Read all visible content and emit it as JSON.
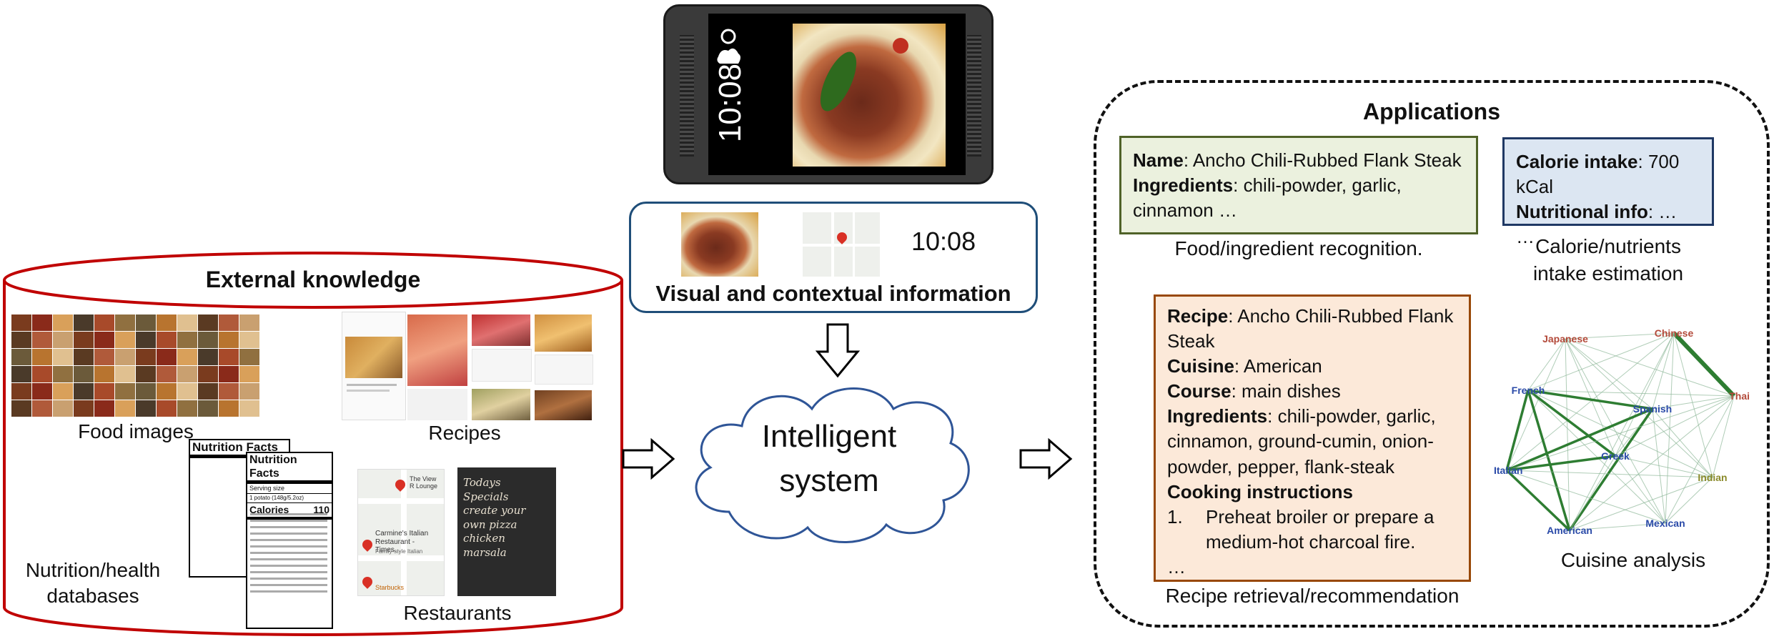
{
  "external": {
    "title": "External knowledge",
    "food_images_label": "Food images",
    "recipes_label": "Recipes",
    "nutrition_label": "Nutrition/health databases",
    "restaurants_label": "Restaurants",
    "nutrition_facts_title": "Nutrition Facts",
    "nutrition_serving": "Serving size",
    "nutrition_serving_value": "1 potato (148g/5.2oz)",
    "nutrition_calories_label": "Calories",
    "nutrition_calories_value": "110",
    "restaurant_map_text": "Carmine's Italian Restaurant - Times...",
    "restaurant_map_sub": "Family-style Italian",
    "restaurant_map_other": "The View R Lounge",
    "restaurant_map_starbucks": "Starbucks",
    "chalkboard_lines": [
      "Todays",
      "Specials",
      "create your",
      "own pizza",
      "chicken marsala"
    ]
  },
  "phone": {
    "time": "10:08"
  },
  "context": {
    "time": "10:08",
    "title": "Visual and contextual information"
  },
  "system": {
    "label_line1": "Intelligent",
    "label_line2": "system"
  },
  "applications": {
    "title": "Applications",
    "food_box": {
      "name_key": "Name",
      "name_val": ": Ancho Chili-Rubbed Flank Steak",
      "ingr_key": "Ingredients",
      "ingr_val": ": chili-powder, garlic, cinnamon …"
    },
    "food_caption": "Food/ingredient recognition.",
    "calorie_box": {
      "cal_key": "Calorie intake",
      "cal_val": ": 700 kCal",
      "nut_key": "Nutritional info",
      "nut_val": ": …",
      "more": "…"
    },
    "calorie_caption_line1": "Calorie/nutrients",
    "calorie_caption_line2": "intake estimation",
    "recipe_box": {
      "recipe_key": "Recipe",
      "recipe_val": ": Ancho Chili-Rubbed Flank Steak",
      "cuisine_key": "Cuisine",
      "cuisine_val": ": American",
      "course_key": "Course",
      "course_val": ":  main dishes",
      "ingr_key": "Ingredients",
      "ingr_val": ": chili-powder, garlic, cinnamon, ground-cumin, onion-powder, pepper, flank-steak",
      "instr_key": "Cooking instructions",
      "step_num": "1.",
      "step_text": "Preheat broiler or prepare a medium-hot charcoal fire.",
      "more": "…"
    },
    "recipe_caption": "Recipe retrieval/recommendation",
    "cuisine_caption": "Cuisine analysis",
    "cuisine_nodes": [
      {
        "name": "Japanese",
        "color": "#b34a3a"
      },
      {
        "name": "Chinese",
        "color": "#b34a3a"
      },
      {
        "name": "French",
        "color": "#2a4aa8"
      },
      {
        "name": "Spanish",
        "color": "#2a4aa8"
      },
      {
        "name": "Thai",
        "color": "#b34a3a"
      },
      {
        "name": "Greek",
        "color": "#2a4aa8"
      },
      {
        "name": "Italian",
        "color": "#2a4aa8"
      },
      {
        "name": "Indian",
        "color": "#8a8a2a"
      },
      {
        "name": "American",
        "color": "#2a4aa8"
      },
      {
        "name": "Mexican",
        "color": "#2a4aa8"
      }
    ]
  },
  "colors": {
    "cylinder": "#c00000",
    "context_border": "#1f4e79",
    "cloud_border": "#2f5597",
    "food_box_bg": "#ebf1de",
    "food_box_border": "#4f6228",
    "calorie_box_bg": "#dce6f2",
    "calorie_box_border": "#1f3864",
    "recipe_box_bg": "#fce9d9",
    "recipe_box_border": "#984807",
    "edge_green": "#2e7d32"
  }
}
